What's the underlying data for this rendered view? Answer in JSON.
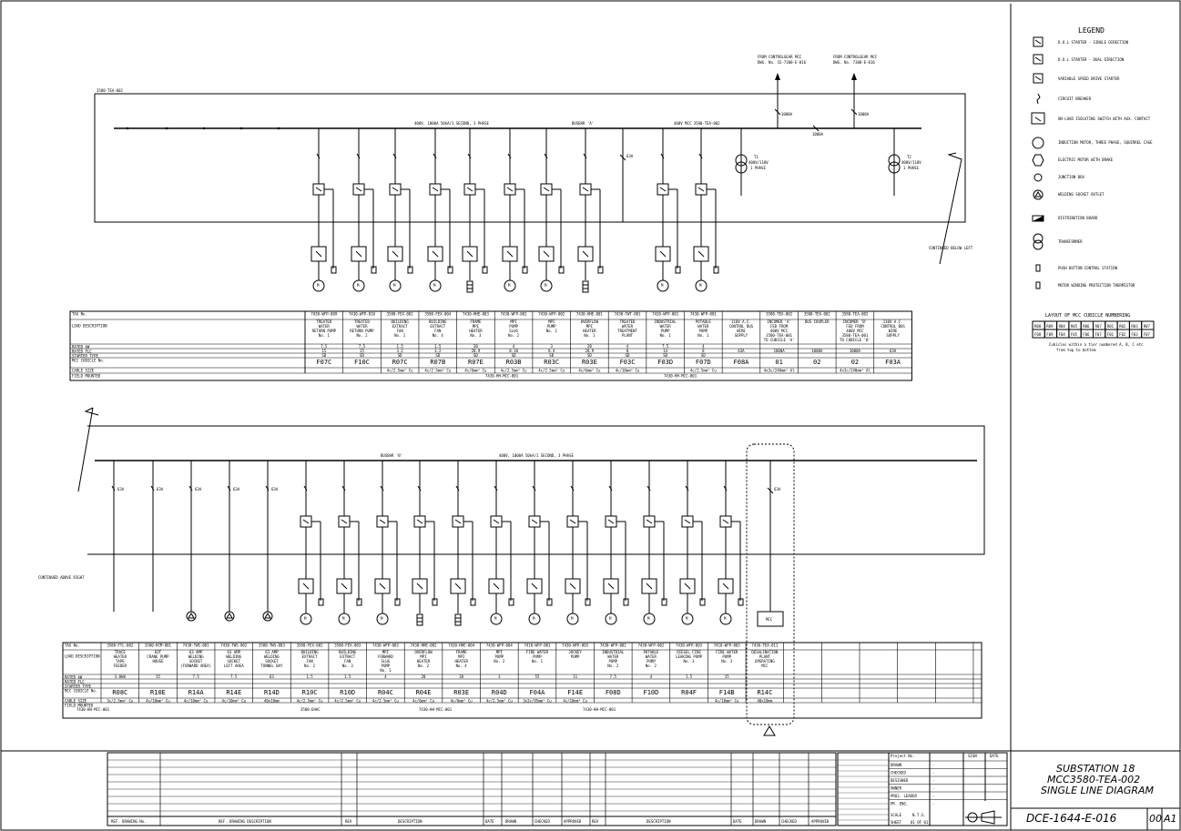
{
  "legend": {
    "title": "LEGEND",
    "items": [
      {
        "icon": "dol-single-starter-icon",
        "label": "D.O.L STARTER - SINGLE DIRECTION"
      },
      {
        "icon": "dol-dual-starter-icon",
        "label": "D.O.L STARTER - DUAL DIRECTION"
      },
      {
        "icon": "vsd-starter-icon",
        "label": "VARIABLE SPEED DRIVE STARTER"
      },
      {
        "icon": "circuit-breaker-icon",
        "label": "CIRCUIT BREAKER"
      },
      {
        "icon": "isolating-switch-icon",
        "label": "ON-LOAD ISOLATING SWITCH WITH AUX. CONTACT"
      },
      {
        "icon": "induction-motor-icon",
        "label": "INDUCTION MOTOR, THREE PHASE, SQUIRREL CAGE"
      },
      {
        "icon": "electric-heater-icon",
        "label": "ELECTRIC MOTOR WITH BRAKE"
      },
      {
        "icon": "junction-box-icon",
        "label": "JUNCTION BOX"
      },
      {
        "icon": "welding-socket-icon",
        "label": "WELDING SOCKET OUTLET"
      },
      {
        "icon": "distribution-board-icon",
        "label": "DISTRIBUTION BOARD"
      },
      {
        "icon": "transformer-icon",
        "label": "TRANSFORMER"
      },
      {
        "icon": "push-button-icon",
        "label": "PUSH BUTTON CONTROL STATION"
      },
      {
        "icon": "thermistor-icon",
        "label": "MOTOR WINDING PROTECTION THERMISTOR"
      }
    ]
  },
  "layout_plan": {
    "title": "LAYOUT OF MCC CUBICLE NUMBERING",
    "top": [
      "R08",
      "R09",
      "R04",
      "R05",
      "R06",
      "R07",
      "R01",
      "R02",
      "R03",
      "R07"
    ],
    "bottom": [
      "F08",
      "F09",
      "F04",
      "F05",
      "F06",
      "F07",
      "F01",
      "F02",
      "F03",
      "F07"
    ],
    "note_1": "Cubicles within a tier numbered A, B, C etc",
    "note_2": "from top to bottom"
  },
  "top_diagram": {
    "bus_ref": "3580-TEA-002",
    "busbar_label": "400V, 1000A 50kA/1 SECOND, 3 PHASE",
    "busbar_name": "BUSBAR 'A'",
    "mcc_label": "400V MCC 3580-TEA-002",
    "from_1": "FROM CONTROLGEAR MCC",
    "from_1_ref": "DWG. No. CE-7308-E-016",
    "from_2": "FROM CONTROLGEAR MCC",
    "from_2_ref": "DWG. No. 7308-E-016",
    "breaker_1": "1000A",
    "breaker_2": "1000A",
    "coupler": "1000A",
    "spare_breaker": "63A",
    "t1": "T1",
    "t1_rating": "400V/110V",
    "t1_phase": "1 PHASE",
    "t2": "T2",
    "t2_rating": "400V/110V",
    "t2_phase": "1 PHASE",
    "continued": "CONTINUED BELOW LEFT"
  },
  "bottom_diagram": {
    "busbar_name": "BUSBAR 'B'",
    "busbar_label": "400V, 1000A 50kA/1 SECOND, 3 PHASE",
    "continued": "CONTINUED ABOVE RIGHT",
    "breakers": [
      "63A",
      "63A",
      "63A",
      "63A",
      "63A"
    ],
    "mcc_box": "MCC",
    "mcc_breaker": "63A"
  },
  "top_table": {
    "row_labels": [
      "TAG No.",
      "LOAD DESCRIPTION",
      "RATED kW",
      "RATED FLC",
      "STARTER TYPE",
      "MCC CUBICLE No.",
      "CABLE SIZE",
      "FIELD MOUNTED"
    ],
    "columns": [
      {
        "tag": "7430-WFP-009",
        "desc": [
          "TREATED",
          "WATER",
          "RETURN PUMP",
          "No. 1"
        ],
        "kw": "7.5",
        "flc": "15",
        "st": "SD",
        "cub": "F07C",
        "cable": ""
      },
      {
        "tag": "7430-WFP-010",
        "desc": [
          "TREATED",
          "WATER",
          "RETURN PUMP",
          "No. 2"
        ],
        "kw": "7.5",
        "flc": "15",
        "st": "SD",
        "cub": "F10C",
        "cable": ""
      },
      {
        "tag": "3580-FEX-001",
        "desc": [
          "BUILDING",
          "EXTRACT",
          "FAN",
          "No. 1"
        ],
        "kw": "1.5",
        "flc": "3.2",
        "st": "SD",
        "cub": "R07C",
        "cable": "4c/2.5mm² Cu"
      },
      {
        "tag": "3580-FEX-004",
        "desc": [
          "BUILDING",
          "EXTRACT",
          "FAN",
          "No. 4"
        ],
        "kw": "1.5",
        "flc": "3.2",
        "st": "SD",
        "cub": "R07B",
        "cable": "4c/2.5mm² Cu"
      },
      {
        "tag": "7430-HHE-003",
        "desc": [
          "FRAME",
          "MPI",
          "HEATER",
          "No. 3"
        ],
        "kw": "20",
        "flc": "28.9",
        "st": "SD",
        "cub": "R07E",
        "cable": "4c/6mm² Cu"
      },
      {
        "tag": "7430-WFP-001",
        "desc": [
          "MPI",
          "PUMP",
          "SLUG",
          "No. 2"
        ],
        "kw": "4",
        "flc": "8.18",
        "st": "SD",
        "cub": "R03B",
        "cable": "4c/2.5mm² Cu"
      },
      {
        "tag": "7430-WFP-002",
        "desc": [
          "MPI",
          "PUMP",
          "No. 2"
        ],
        "kw": "3",
        "flc": "8.4",
        "st": "SD",
        "cub": "R03C",
        "cable": "4c/2.5mm² Cu"
      },
      {
        "tag": "7430-HHE-001",
        "desc": [
          "OVERFLOW",
          "MPI",
          "HEATER",
          "No. 1"
        ],
        "kw": "20",
        "flc": "28.9",
        "st": "SD",
        "cub": "R03E",
        "cable": "4c/6mm² Cu"
      },
      {
        "tag": "7430-TWT-001",
        "desc": [
          "TREATED",
          "WATER",
          "TREATMENT",
          "PLANT"
        ],
        "kw": "4",
        "flc": "8",
        "st": "SD",
        "cub": "F03C",
        "cable": "4c/10mm² Cu"
      },
      {
        "tag": "7430-WFP-001",
        "desc": [
          "INDUSTRIAL",
          "WATER",
          "PUMP",
          "No. 1"
        ],
        "kw": "7.5",
        "flc": "14",
        "st": "SD",
        "cub": "F03D",
        "cable": ""
      },
      {
        "tag": "7430-WFP-001",
        "desc": [
          "POTABLE",
          "WATER",
          "PUMP",
          "No. 1"
        ],
        "kw": "4",
        "flc": "8",
        "st": "SD",
        "cub": "F07D",
        "cable": "4c/2.5mm² Cu"
      },
      {
        "tag": "",
        "desc": [
          "110V A.C.",
          "CONTROL BUS",
          "WIRE",
          "SUPPLY"
        ],
        "kw": "",
        "flc": "63A",
        "st": "",
        "cub": "F08A",
        "cable": ""
      },
      {
        "tag": "3580-TEA-002",
        "desc": [
          "INCOMER 'A'",
          "FED FROM",
          "400V MCC",
          "3580-TEA-001",
          "TO CUBICLE 'A'"
        ],
        "kw": "",
        "flc": "1000A",
        "st": "",
        "cub": "01",
        "cable": "4x3c/240mm² Al"
      },
      {
        "tag": "3580-TEA-002",
        "desc": [
          "BUS COUPLER"
        ],
        "kw": "",
        "flc": "1000A",
        "st": "",
        "cub": "02",
        "cable": ""
      },
      {
        "tag": "3580-TEA-002",
        "desc": [
          "INCOMER 'B'",
          "FED FROM",
          "400V MCC",
          "3580-TEA-001",
          "TO CUBICLE 'B'"
        ],
        "kw": "",
        "flc": "1000A",
        "st": "",
        "cub": "02",
        "cable": "4x3c/240mm² Al"
      },
      {
        "tag": "",
        "desc": [
          "110V A.C.",
          "CONTROL BUS",
          "WIRE",
          "SUPPLY"
        ],
        "kw": "",
        "flc": "63A",
        "st": "",
        "cub": "F03A",
        "cable": ""
      }
    ],
    "field_refs": [
      "7430-HH-MCC-001",
      "7430-HH-MCC-001"
    ]
  },
  "bottom_table": {
    "columns": [
      {
        "tag": "3580-FTL-002",
        "desc": [
          "TRACE",
          "HEATER",
          "TAPE",
          "FEEDER"
        ],
        "kw": "3.0kW",
        "flc": "",
        "cub": "R08C",
        "cable": "3c/2.5mm² Cu"
      },
      {
        "tag": "3580-HCM-001",
        "desc": [
          "EOT",
          "CRANE PUMP",
          "HOUSE"
        ],
        "kw": "15",
        "flc": "",
        "cub": "R10E",
        "cable": "4c/10mm² Cu"
      },
      {
        "tag": "7430-TWS-001",
        "desc": [
          "63 AMP",
          "WELDING",
          "SOCKET",
          "(FORWARD AREA)"
        ],
        "kw": "7.5",
        "flc": "",
        "cub": "R14A",
        "cable": "4c/10mm² Cu"
      },
      {
        "tag": "7430-TWS-002",
        "desc": [
          "63 AMP",
          "WELDING",
          "SOCKET",
          "LEFT AREA"
        ],
        "kw": "7.5",
        "flc": "",
        "cub": "R14E",
        "cable": "4c/10mm² Cu"
      },
      {
        "tag": "3580-TWS-003",
        "desc": [
          "63 AMP",
          "WELDING",
          "SOCKET",
          "TUNNEL BAY"
        ],
        "kw": "63",
        "flc": "",
        "cub": "R14D",
        "cable": "40x10mm"
      },
      {
        "tag": "3580-FEX-002",
        "desc": [
          "BUILDING",
          "EXTRACT",
          "FAN",
          "No. 2"
        ],
        "kw": "1.5",
        "flc": "",
        "cub": "R10C",
        "cable": "4c/2.5mm² Cu"
      },
      {
        "tag": "3580-FEX-003",
        "desc": [
          "BUILDING",
          "EXTRACT",
          "FAN",
          "No. 3"
        ],
        "kw": "1.5",
        "flc": "",
        "cub": "R10D",
        "cable": "4c/2.5mm² Cu"
      },
      {
        "tag": "7430-WFP-003",
        "desc": [
          "MPI",
          "FORWARD",
          "SLUG",
          "PUMP",
          "No. 1"
        ],
        "kw": "4",
        "flc": "",
        "cub": "R04C",
        "cable": "4c/2.5mm² Cu"
      },
      {
        "tag": "7430-HHE-002",
        "desc": [
          "OVERFLOW",
          "MPI",
          "HEATER",
          "No. 2"
        ],
        "kw": "20",
        "flc": "",
        "cub": "R04E",
        "cable": "4c/6mm² Cu"
      },
      {
        "tag": "7430-HHE-004",
        "desc": [
          "FRAME",
          "MPI",
          "HEATER",
          "No. 4"
        ],
        "kw": "20",
        "flc": "",
        "cub": "R03E",
        "cable": "4c/6mm² Cu"
      },
      {
        "tag": "7430-WFP-004",
        "desc": [
          "MPI",
          "PUMP",
          "No. 2"
        ],
        "kw": "3",
        "flc": "",
        "cub": "R04D",
        "cable": "4c/2.5mm² Cu"
      },
      {
        "tag": "7410-WFP-001",
        "desc": [
          "FIRE WATER",
          "PUMP",
          "No. 1"
        ],
        "kw": "55",
        "flc": "",
        "cub": "F04A",
        "cable": "3x3c/95mm² Cu"
      },
      {
        "tag": "7430-WFP-003",
        "desc": [
          "JOCKEY",
          "PUMP"
        ],
        "kw": "11",
        "flc": "",
        "cub": "F14E",
        "cable": "4c/10mm² Cu"
      },
      {
        "tag": "7430-WFP-002",
        "desc": [
          "INDUSTRIAL",
          "WATER",
          "PUMP",
          "No. 2"
        ],
        "kw": "7.5",
        "flc": "",
        "cub": "F08D",
        "cable": ""
      },
      {
        "tag": "7430-WFP-002",
        "desc": [
          "POTABLE",
          "WATER",
          "PUMP",
          "No. 2"
        ],
        "kw": "4",
        "flc": "",
        "cub": "F10D",
        "cable": ""
      },
      {
        "tag": "7430-WFP-003",
        "desc": [
          "DIESEL FIRE",
          "LEAKING PUMP",
          "No. 3"
        ],
        "kw": "1.5",
        "flc": "",
        "cub": "R04F",
        "cable": ""
      },
      {
        "tag": "7410-WFP-003",
        "desc": [
          "FIRE WATER",
          "PUMP",
          "No. 3"
        ],
        "kw": "15",
        "flc": "",
        "cub": "F14B",
        "cable": "4c/10mm² Cu"
      },
      {
        "tag": "7430-TEA-011",
        "desc": [
          "DESALINATION",
          "PLANT",
          "OPERATING",
          "MCC"
        ],
        "kw": "",
        "flc": "",
        "cub": "R14C",
        "cable": "40x10mm"
      }
    ],
    "field_refs": [
      "7430-HH-MCC-001",
      "3580-EHAC",
      "7430-HH-MCC-001",
      "7430-HH-MCC-001"
    ]
  },
  "title_block": {
    "ref_drawing_no": "REF. DRAWING No.",
    "ref_drawing_desc": "REF. DRAWING DESCRIPTION",
    "rev": "REV",
    "description": "DESCRIPTION",
    "date": "DATE",
    "drawn": "DRAWN",
    "checked": "CHECKED",
    "approved": "APPROVED",
    "project_no": "Project No.",
    "sign": "SIGN",
    "date2": "DATE",
    "roles": [
      "DRAWN",
      "CHECKED",
      "DESIGNED",
      "OWNER",
      "PROJ. LEADER",
      "PR. ENG."
    ],
    "scale": "SCALE",
    "scale_val": "N.T.S.",
    "sheet": "SHEET",
    "sheet_val": "01 OF 01",
    "title_1": "SUBSTATION 18",
    "title_2": "MCC3580-TEA-002",
    "title_3": "SINGLE LINE DIAGRAM",
    "drawing_no": "DCE-1644-E-016",
    "revision": "00",
    "size": "A1"
  }
}
